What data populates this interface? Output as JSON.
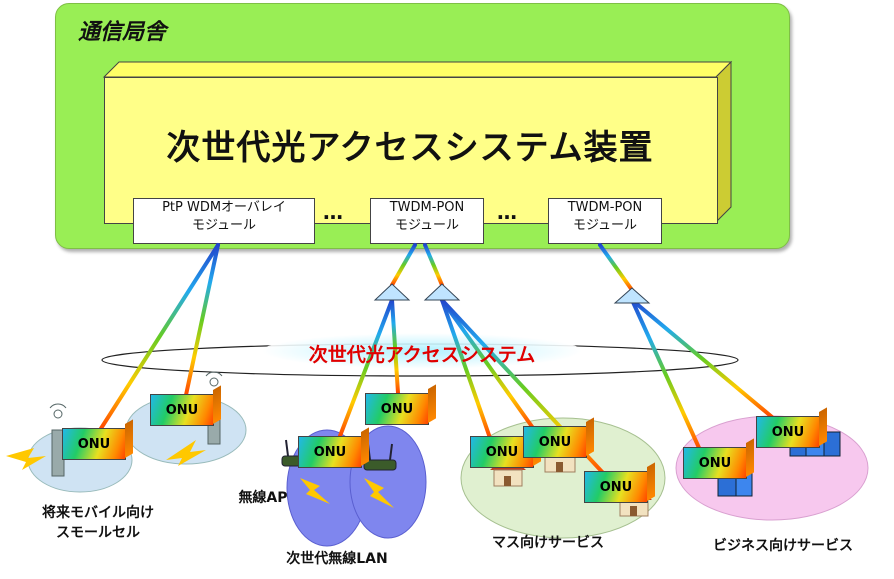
{
  "office": {
    "title": "通信局舎"
  },
  "device": {
    "title": "次世代光アクセスシステム装置"
  },
  "modules": [
    {
      "line1": "PtP WDMオーバレイ",
      "line2": "モジュール"
    },
    {
      "line1": "TWDM-PON",
      "line2": "モジュール"
    },
    {
      "line1": "TWDM-PON",
      "line2": "モジュール"
    }
  ],
  "ellipsis": "…",
  "system_label": "次世代光アクセスシステム",
  "onu_label": "ONU",
  "labels": {
    "mobile_line1": "将来モバイル向け",
    "mobile_line2": "スモールセル",
    "wireless_ap": "無線AP",
    "next_wlan": "次世代無線LAN",
    "mass": "マス向けサービス",
    "business": "ビジネス向けサービス"
  },
  "colors": {
    "office_bg": "#99ee55",
    "device_bg": "#ffff88",
    "system_label": "#e00000"
  }
}
